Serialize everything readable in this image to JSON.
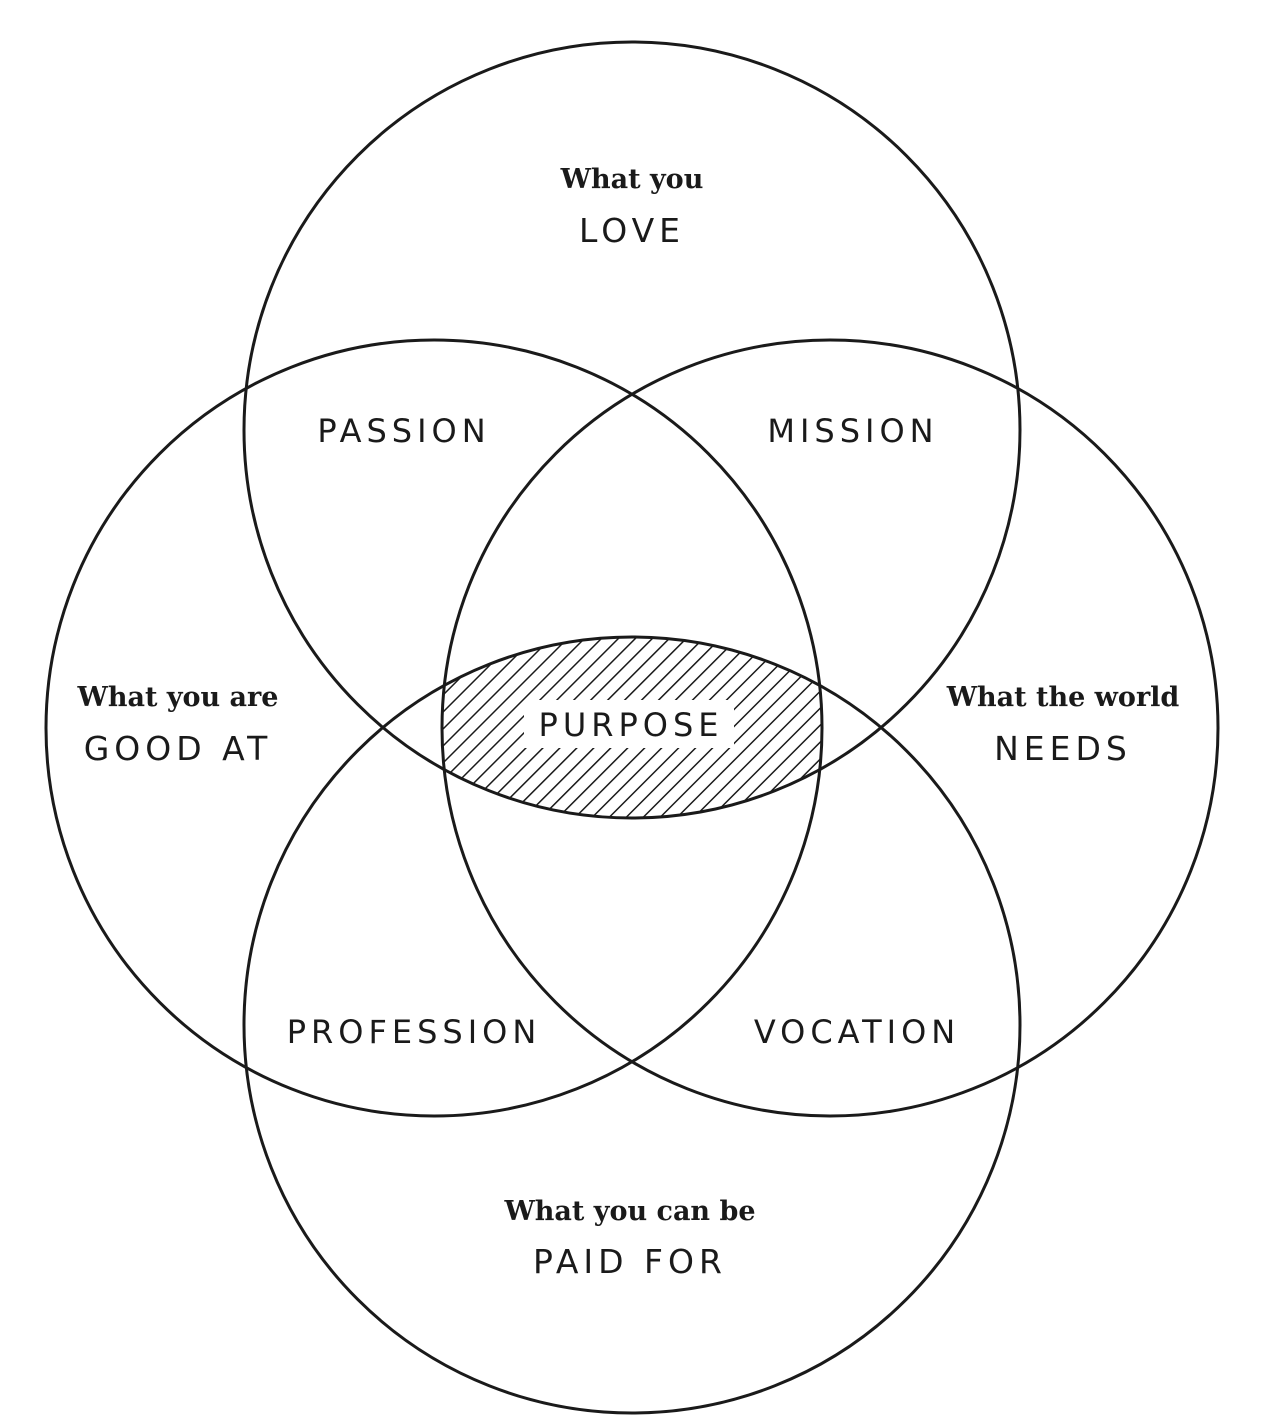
{
  "circles": {
    "love": {
      "line1": "What you",
      "line2": "LOVE"
    },
    "good_at": {
      "line1": "What you are",
      "line2": "GOOD AT"
    },
    "world_needs": {
      "line1": "What the world",
      "line2": "NEEDS"
    },
    "paid_for": {
      "line1": "What you can be",
      "line2": "PAID FOR"
    }
  },
  "overlaps": {
    "passion": "PASSION",
    "mission": "MISSION",
    "profession": "PROFESSION",
    "vocation": "VOCATION",
    "purpose": "PURPOSE"
  },
  "colors": {
    "stroke": "#1a1a1a",
    "background": "#ffffff"
  }
}
